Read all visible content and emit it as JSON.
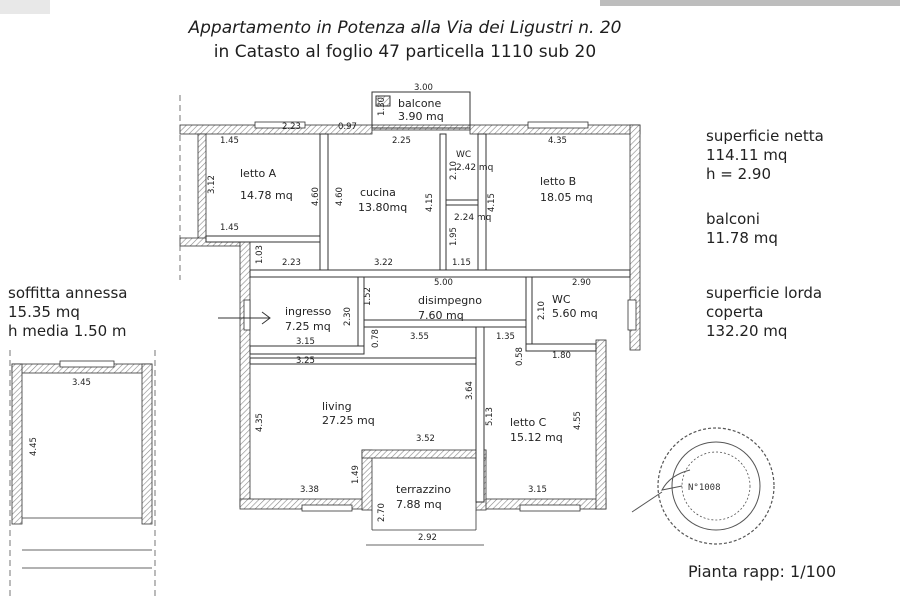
{
  "title": {
    "line1": "Appartamento in Potenza alla Via dei Ligustri n. 20",
    "line2": "in Catasto al foglio 47 particella 1110 sub 20"
  },
  "summary": {
    "netta_label": "superficie netta",
    "netta_value": "114.11 mq",
    "height": "h = 2.90",
    "balconi_label": "balconi",
    "balconi_value": "11.78 mq",
    "lorda_label1": "superficie lorda",
    "lorda_label2": "coperta",
    "lorda_value": "132.20 mq"
  },
  "soffitta": {
    "line1": "soffitta annessa",
    "line2": "15.35 mq",
    "line3": "h media 1.50 m",
    "dim_width": "3.45",
    "dim_height": "4.45"
  },
  "scale": "Pianta rapp: 1/100",
  "stamp": {
    "number": "N°1008"
  },
  "rooms": {
    "balcone": {
      "name": "balcone",
      "area": "3.90 mq"
    },
    "lettoA": {
      "name": "letto A",
      "area": "14.78 mq"
    },
    "cucina": {
      "name": "cucina",
      "area": "13.80mq"
    },
    "wc1": {
      "name": "WC",
      "area": "2.42 mq"
    },
    "closet": {
      "area": "2.24 mq"
    },
    "lettoB": {
      "name": "letto B",
      "area": "18.05 mq"
    },
    "ingresso": {
      "name": "ingresso",
      "area": "7.25 mq"
    },
    "disimpegno": {
      "name": "disimpegno",
      "area": "7.60 mq"
    },
    "wc2": {
      "name": "WC",
      "area": "5.60 mq"
    },
    "living": {
      "name": "living",
      "area": "27.25 mq"
    },
    "lettoC": {
      "name": "letto C",
      "area": "15.12 mq"
    },
    "terrazzino": {
      "name": "terrazzino",
      "area": "7.88 mq"
    }
  },
  "dims": {
    "d300": "3.00",
    "d130": "1.30",
    "d223a": "2.23",
    "d097": "0.97",
    "d145a": "1.45",
    "d225": "2.25",
    "d435": "4.35",
    "d312": "3.12",
    "d460a": "4.60",
    "d460b": "4.60",
    "d210a": "2.10",
    "d415a": "4.15",
    "d415b": "4.15",
    "d195": "1.95",
    "d145b": "1.45",
    "d103": "1.03",
    "d223b": "2.23",
    "d322": "3.22",
    "d115": "1.15",
    "d500": "5.00",
    "d290": "2.90",
    "d152": "1.52",
    "d230": "2.30",
    "d210b": "2.10",
    "d315a": "3.15",
    "d078": "0.78",
    "d355": "3.55",
    "d135": "1.35",
    "d180": "1.80",
    "d058": "0.58",
    "d325": "3.25",
    "d364": "3.64",
    "d513": "5.13",
    "d455": "4.55",
    "d435b": "4.35",
    "d352": "3.52",
    "d149": "1.49",
    "d338": "3.38",
    "d315b": "3.15",
    "d270": "2.70",
    "d292": "2.92"
  }
}
